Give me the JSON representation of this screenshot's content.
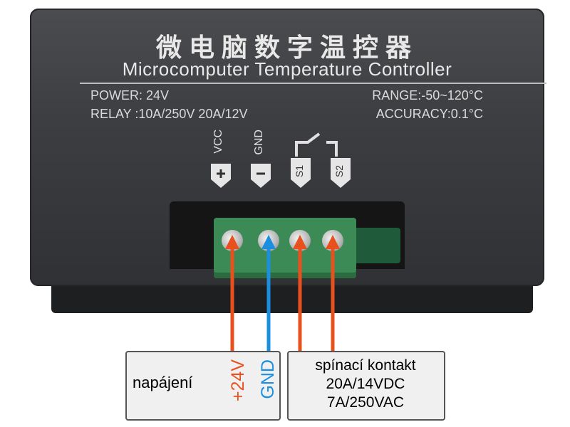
{
  "device": {
    "title_cn": "微电脑数字温控器",
    "title_en": "Microcomputer Temperature Controller",
    "power": "POWER: 24V",
    "relay": "RELAY :10A/250V  20A/12V",
    "range": "RANGE:-50~120°C",
    "accuracy": "ACCURACY:0.1°C",
    "terminals": [
      {
        "label": "VCC",
        "symbol": "+"
      },
      {
        "label": "GND",
        "symbol": "−"
      },
      {
        "label": "",
        "symbol": "S1"
      },
      {
        "label": "",
        "symbol": "S2"
      }
    ],
    "colors": {
      "body": "#3d3e41",
      "terminal_block": "#3c8a55"
    }
  },
  "annotations": {
    "power_box": {
      "label": "napájení",
      "wire_plus": "+24V",
      "wire_gnd": "GND"
    },
    "relay_box": {
      "line1": "spínací kontakt",
      "line2": "20A/14VDC",
      "line3": "7A/250VAC"
    },
    "colors": {
      "positive": "#e8501e",
      "ground": "#1a8fe0",
      "relay": "#e8501e"
    }
  }
}
